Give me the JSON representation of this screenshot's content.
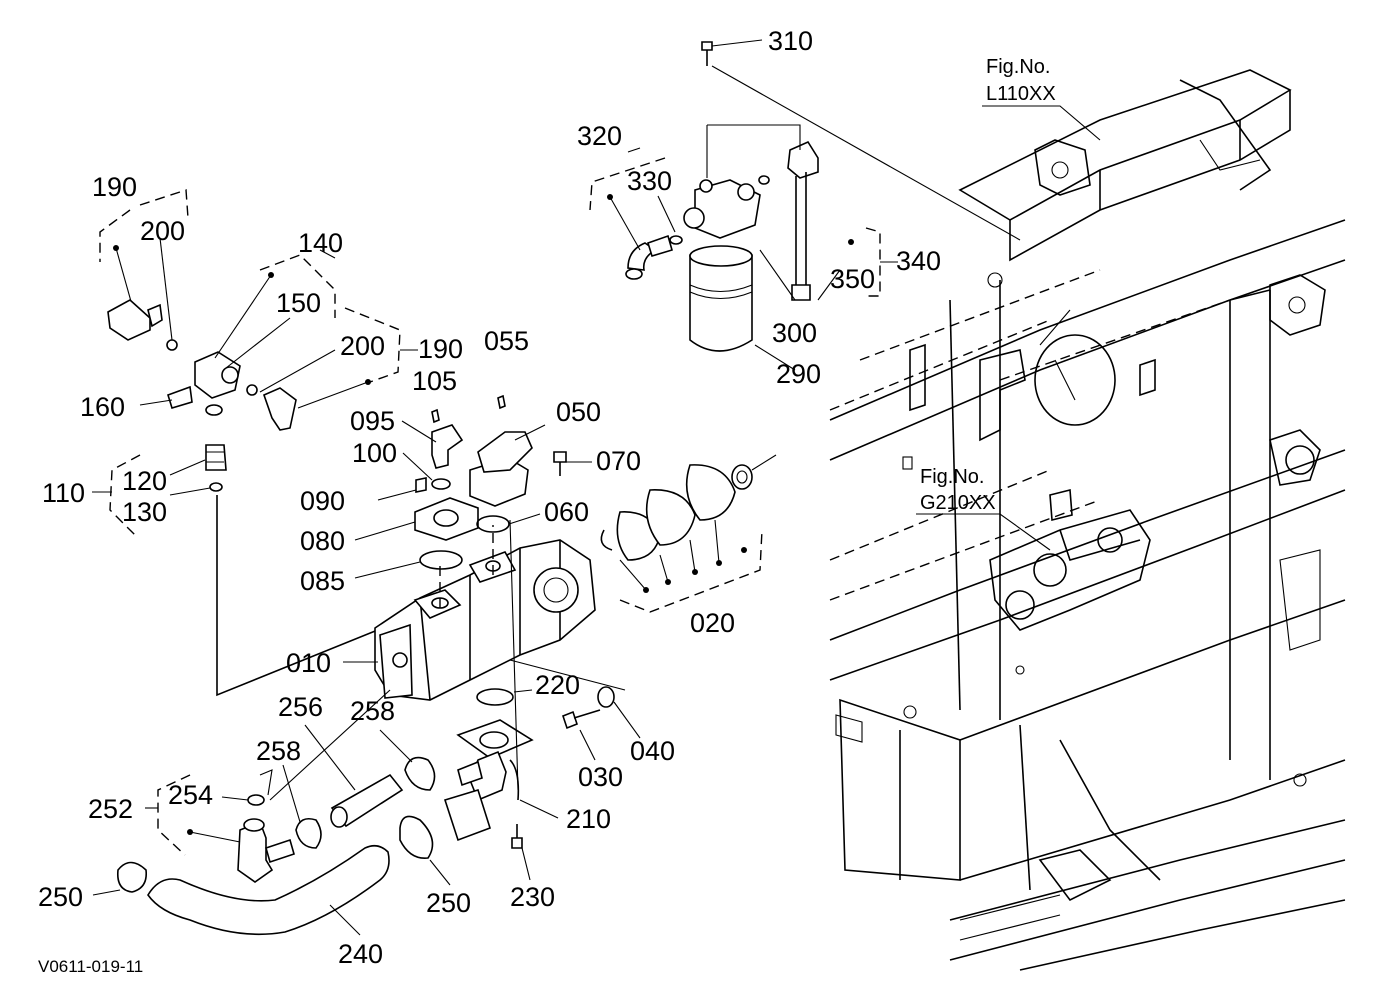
{
  "diagram": {
    "code": "V0611-019-11",
    "references": [
      {
        "line1": "Fig.No.",
        "line2": "L110XX"
      },
      {
        "line1": "Fig.No.",
        "line2": "G210XX"
      }
    ],
    "callouts": [
      "310",
      "320",
      "330",
      "340",
      "350",
      "300",
      "290",
      "190",
      "200",
      "140",
      "150",
      "200",
      "190",
      "160",
      "110",
      "120",
      "130",
      "055",
      "105",
      "095",
      "100",
      "050",
      "070",
      "090",
      "080",
      "060",
      "085",
      "020",
      "010",
      "220",
      "040",
      "030",
      "256",
      "258",
      "258",
      "254",
      "252",
      "250",
      "210",
      "250",
      "230",
      "240"
    ]
  }
}
